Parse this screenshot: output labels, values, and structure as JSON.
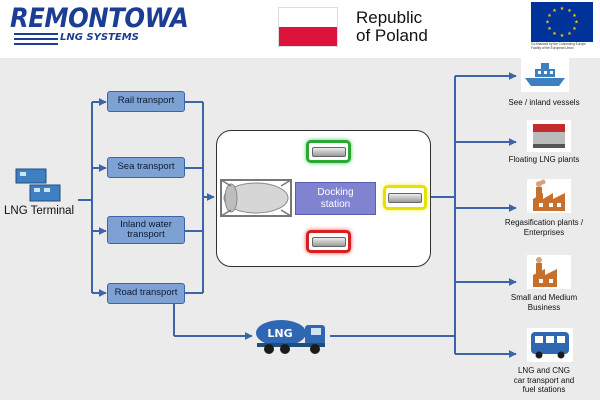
{
  "header": {
    "logo": "REMONTOWA",
    "logo_subtitle": "LNG SYSTEMS",
    "republic_line1": "Republic",
    "republic_line2": "of Poland",
    "eu_caption": "Co-financed by the Connecting Europe Facility of the European Union"
  },
  "diagram": {
    "source": "LNG Terminal",
    "transport_modes": [
      "Rail transport",
      "Sea transport",
      "Inland water transport",
      "Road transport"
    ],
    "hub_label_line1": "Docking",
    "hub_label_line2": "station",
    "truck_label": "LNG",
    "destinations": [
      {
        "line1": "See / inland vessels",
        "line2": "",
        "line3": ""
      },
      {
        "line1": "Floating LNG plants",
        "line2": "",
        "line3": ""
      },
      {
        "line1": "Regasification plants /",
        "line2": "Enterprises",
        "line3": ""
      },
      {
        "line1": "Small and Medium",
        "line2": "Business",
        "line3": ""
      },
      {
        "line1": "LNG and CNG",
        "line2": "car transport and",
        "line3": "fuel stations"
      }
    ]
  },
  "colors": {
    "arrow": "#3b65a8",
    "node_fill": "#7ea1d3",
    "dock_fill": "#8084d0",
    "green_slot": "#2aa836",
    "red_slot": "#d42020",
    "yellow_slot": "#e8e000",
    "logo_blue": "#1b3d93",
    "flag_red": "#dc143c",
    "eu_blue": "#003399"
  }
}
